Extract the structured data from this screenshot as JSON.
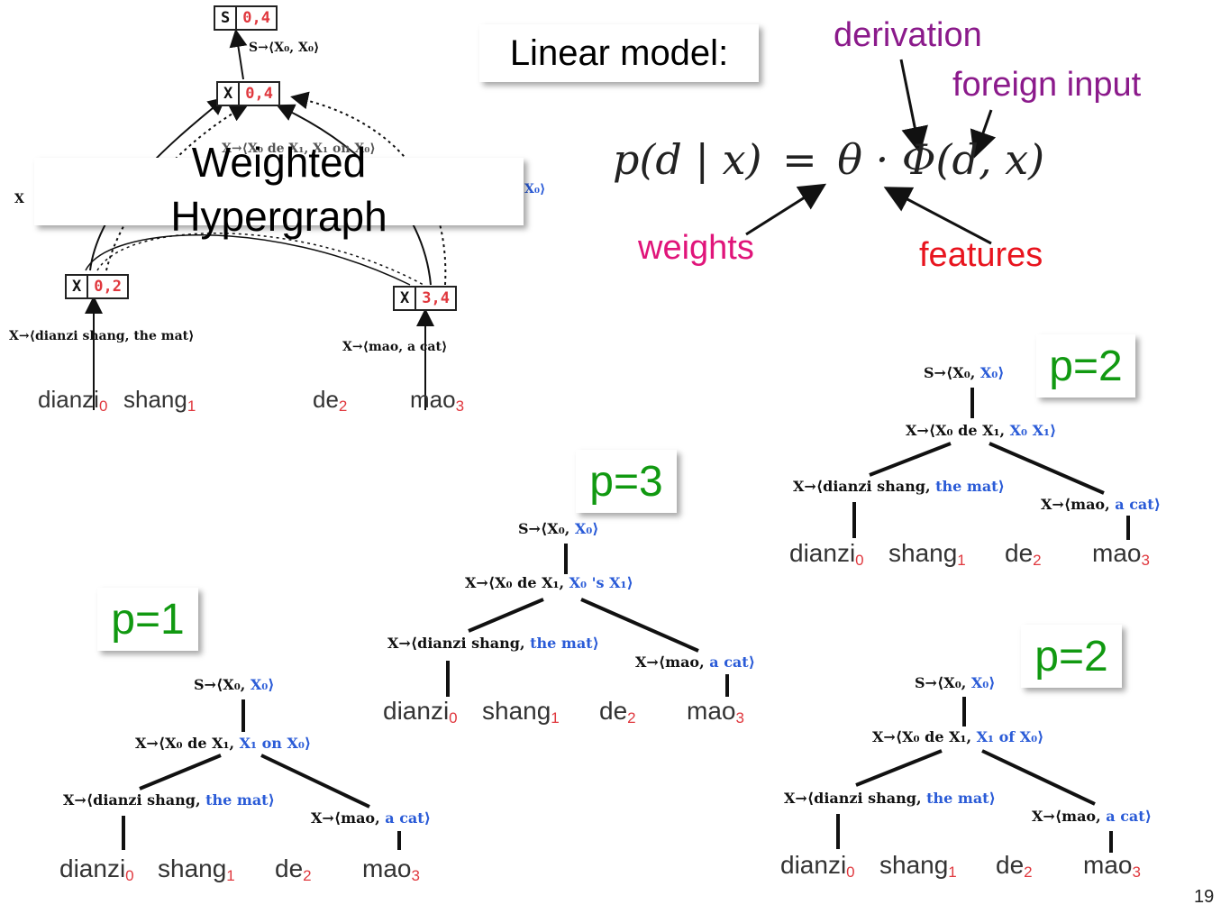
{
  "slide_number": "19",
  "linear_model_label": "Linear model:",
  "formula": {
    "lhs": "p(d | x)",
    "eq": "=",
    "rhs": "θ · Φ(d, x)"
  },
  "annotations": {
    "derivation": "derivation",
    "foreign_input": "foreign input",
    "weights": "weights",
    "features": "features"
  },
  "colors": {
    "derivation": "#8b1a8b",
    "foreign_input": "#8b1a8b",
    "weights": "#e0157a",
    "features": "#e8141e",
    "probability": "#119911",
    "rule_target": "#2a5bd7",
    "subscript": "#e0383e"
  },
  "hypergraph": {
    "callout": "Weighted Hypergraph",
    "nodes": [
      {
        "label": "S",
        "span": "0,4"
      },
      {
        "label": "X",
        "span": "0,4"
      },
      {
        "label": "X",
        "span": "0,2"
      },
      {
        "label": "X",
        "span": "3,4"
      }
    ],
    "rules": {
      "top": "S→⟨X₀, X₀⟩",
      "mid": "X→⟨X₀ de X₁, X₁ on X₀⟩",
      "left_partial": "X",
      "right_partial": "X₀⟩",
      "leaf_left": "X→⟨dianzi shang, the mat⟩",
      "leaf_right": "X→⟨mao, a cat⟩"
    }
  },
  "words": [
    "dianzi",
    "shang",
    "de",
    "mao"
  ],
  "word_indices": [
    "0",
    "1",
    "2",
    "3"
  ],
  "derivations": [
    {
      "probability": "p=1",
      "rule_root_src": "S→⟨X₀,",
      "rule_root_tgt": "X₀⟩",
      "rule_mid_src": "X→⟨X₀ de X₁,",
      "rule_mid_tgt": "X₁ on X₀⟩",
      "rule_left_src": "X→⟨dianzi shang,",
      "rule_left_tgt": "the mat⟩",
      "rule_right_src": "X→⟨mao,",
      "rule_right_tgt": "a cat⟩"
    },
    {
      "probability": "p=3",
      "rule_root_src": "S→⟨X₀,",
      "rule_root_tgt": "X₀⟩",
      "rule_mid_src": "X→⟨X₀ de X₁,",
      "rule_mid_tgt": "X₀ 's X₁⟩",
      "rule_left_src": "X→⟨dianzi shang,",
      "rule_left_tgt": "the mat⟩",
      "rule_right_src": "X→⟨mao,",
      "rule_right_tgt": "a cat⟩"
    },
    {
      "probability": "p=2",
      "rule_root_src": "S→⟨X₀,",
      "rule_root_tgt": "X₀⟩",
      "rule_mid_src": "X→⟨X₀ de X₁,",
      "rule_mid_tgt": "X₀ X₁⟩",
      "rule_left_src": "X→⟨dianzi shang,",
      "rule_left_tgt": "the mat⟩",
      "rule_right_src": "X→⟨mao,",
      "rule_right_tgt": "a cat⟩"
    },
    {
      "probability": "p=2",
      "rule_root_src": "S→⟨X₀,",
      "rule_root_tgt": "X₀⟩",
      "rule_mid_src": "X→⟨X₀ de X₁,",
      "rule_mid_tgt": "X₁ of X₀⟩",
      "rule_left_src": "X→⟨dianzi shang,",
      "rule_left_tgt": "the mat⟩",
      "rule_right_src": "X→⟨mao,",
      "rule_right_tgt": "a cat⟩"
    }
  ]
}
